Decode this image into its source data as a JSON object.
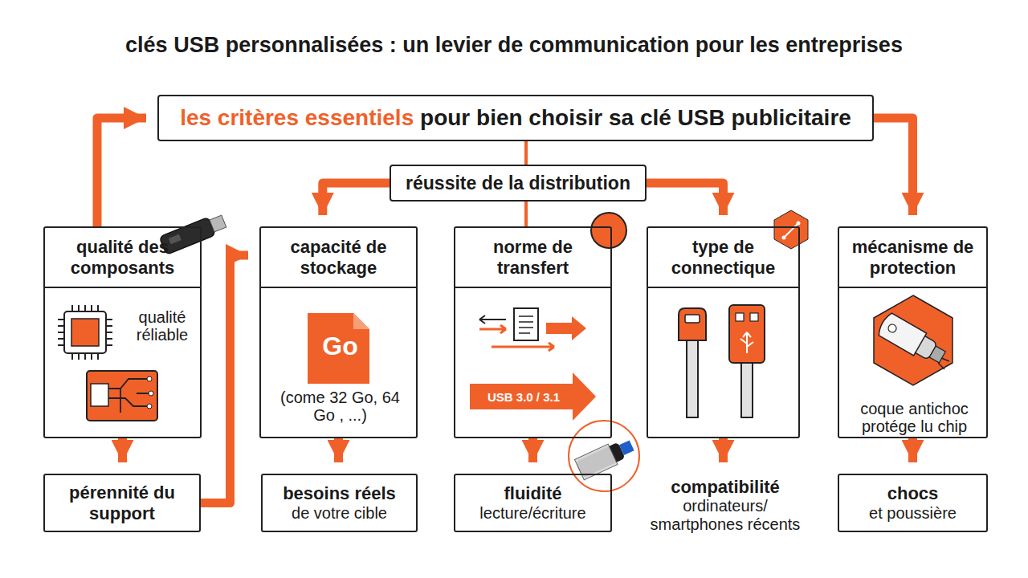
{
  "diagram": {
    "title": "clés USB personnalisées : un levier de communication pour les entreprises",
    "nodes": [
      {
        "text": [
          "les critères essentiels",
          "pour bien choisir sa clé USB publicitaire"
        ]
      },
      {
        "text": [
          "réussite de la distribution"
        ]
      },
      {
        "text": [
          "qualité des composants",
          "qualité réliable"
        ]
      },
      {
        "text": [
          "capacité de stockage",
          "Go",
          "(come 32 Go, 64 Go , ...)"
        ]
      },
      {
        "text": [
          "norme de transfert",
          "USB 3.0 / 3.1"
        ]
      },
      {
        "text": [
          "type de connectique"
        ]
      },
      {
        "text": [
          "mécanisme de protection",
          "coque antichoc protége lu chip"
        ]
      },
      {
        "text": [
          "pérennité du support"
        ]
      },
      {
        "text": [
          "besoins réels",
          "de votre cible"
        ]
      },
      {
        "text": [
          "fluidité",
          "lecture/écriture"
        ]
      },
      {
        "text": [
          "compatibilité",
          "ordinateurs/ smartphones récents"
        ]
      },
      {
        "text": [
          "chocs",
          "et poussière"
        ]
      }
    ],
    "edges": [
      {
        "from": 2,
        "to": 0,
        "arrow": "to"
      },
      {
        "from": 0,
        "to": 6,
        "arrow": "to"
      },
      {
        "from": 0,
        "to": 1,
        "arrow": "none"
      },
      {
        "from": 1,
        "to": 3,
        "arrow": "to"
      },
      {
        "from": 1,
        "to": 4,
        "arrow": "none"
      },
      {
        "from": 1,
        "to": 5,
        "arrow": "to"
      },
      {
        "from": 2,
        "to": 7,
        "arrow": "to"
      },
      {
        "from": 7,
        "to": 3,
        "arrow": "to"
      },
      {
        "from": 3,
        "to": 8,
        "arrow": "to"
      },
      {
        "from": 4,
        "to": 9,
        "arrow": "to"
      },
      {
        "from": 5,
        "to": 10,
        "arrow": "to"
      },
      {
        "from": 6,
        "to": 11,
        "arrow": "to"
      }
    ]
  }
}
